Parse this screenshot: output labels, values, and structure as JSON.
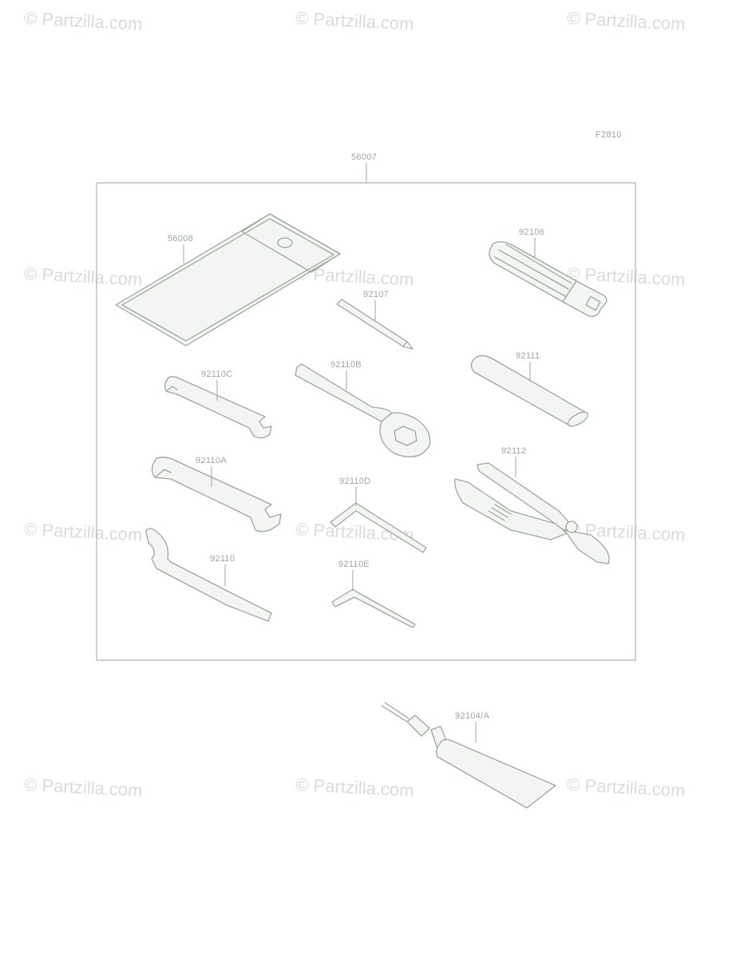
{
  "figure_code": "F2810",
  "watermark": "© Partzilla.com",
  "kit_label": "56007",
  "parts": [
    {
      "id": "56008",
      "name": "tool-bag"
    },
    {
      "id": "92106",
      "name": "screwdriver-handle"
    },
    {
      "id": "92107",
      "name": "screwdriver-bit"
    },
    {
      "id": "92110C",
      "name": "small-open-end-wrench"
    },
    {
      "id": "92110B",
      "name": "box-wrench"
    },
    {
      "id": "92111",
      "name": "extension-bar"
    },
    {
      "id": "92110A",
      "name": "open-end-wrench"
    },
    {
      "id": "92110D",
      "name": "hex-key-large"
    },
    {
      "id": "92112",
      "name": "pliers"
    },
    {
      "id": "92110",
      "name": "hook-wrench"
    },
    {
      "id": "92110E",
      "name": "hex-key-small"
    },
    {
      "id": "92104/A",
      "name": "tire-repair-tube"
    }
  ]
}
